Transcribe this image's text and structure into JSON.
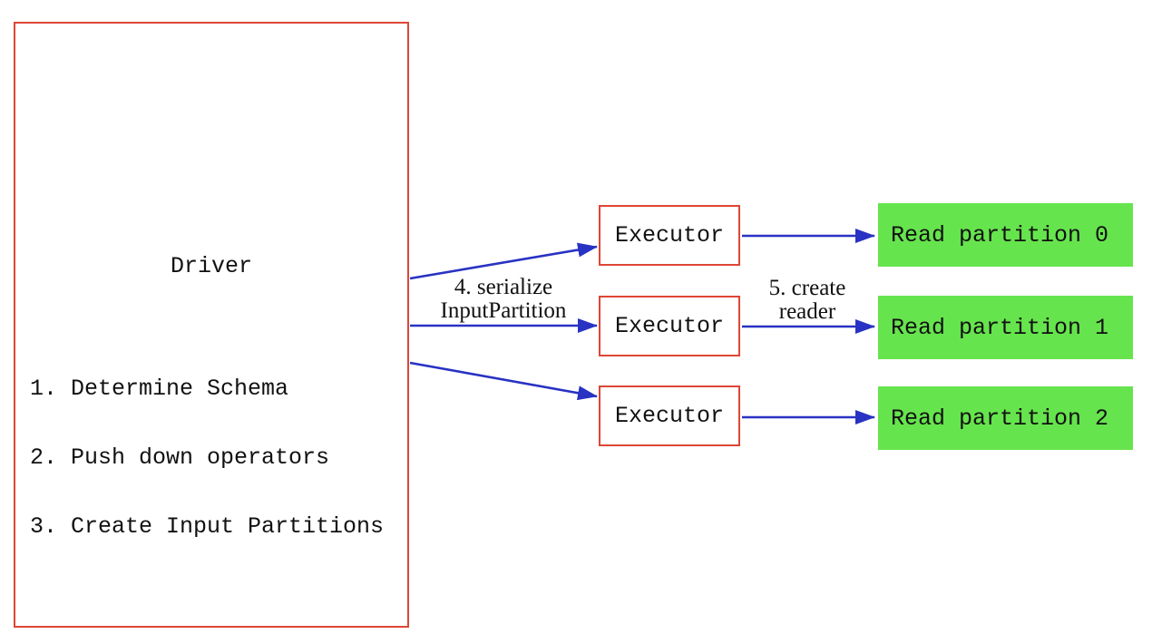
{
  "diagram": {
    "driver": {
      "title": "Driver",
      "steps": [
        "1. Determine Schema",
        "2. Push down operators",
        "3. Create Input Partitions"
      ]
    },
    "executors": [
      {
        "label": "Executor"
      },
      {
        "label": "Executor"
      },
      {
        "label": "Executor"
      }
    ],
    "partitions": [
      {
        "label": "Read partition 0"
      },
      {
        "label": "Read partition 1"
      },
      {
        "label": "Read partition 2"
      }
    ],
    "edge_labels": {
      "serialize": {
        "line1": "4. serialize",
        "line2": "InputPartition"
      },
      "create_reader": {
        "line1": "5. create",
        "line2": "reader"
      }
    },
    "colors": {
      "box_border_red": "#de4636",
      "arrow_blue": "#2832c3",
      "partition_green": "#66e44d",
      "text_black": "#111111",
      "background": "#ffffff"
    }
  }
}
